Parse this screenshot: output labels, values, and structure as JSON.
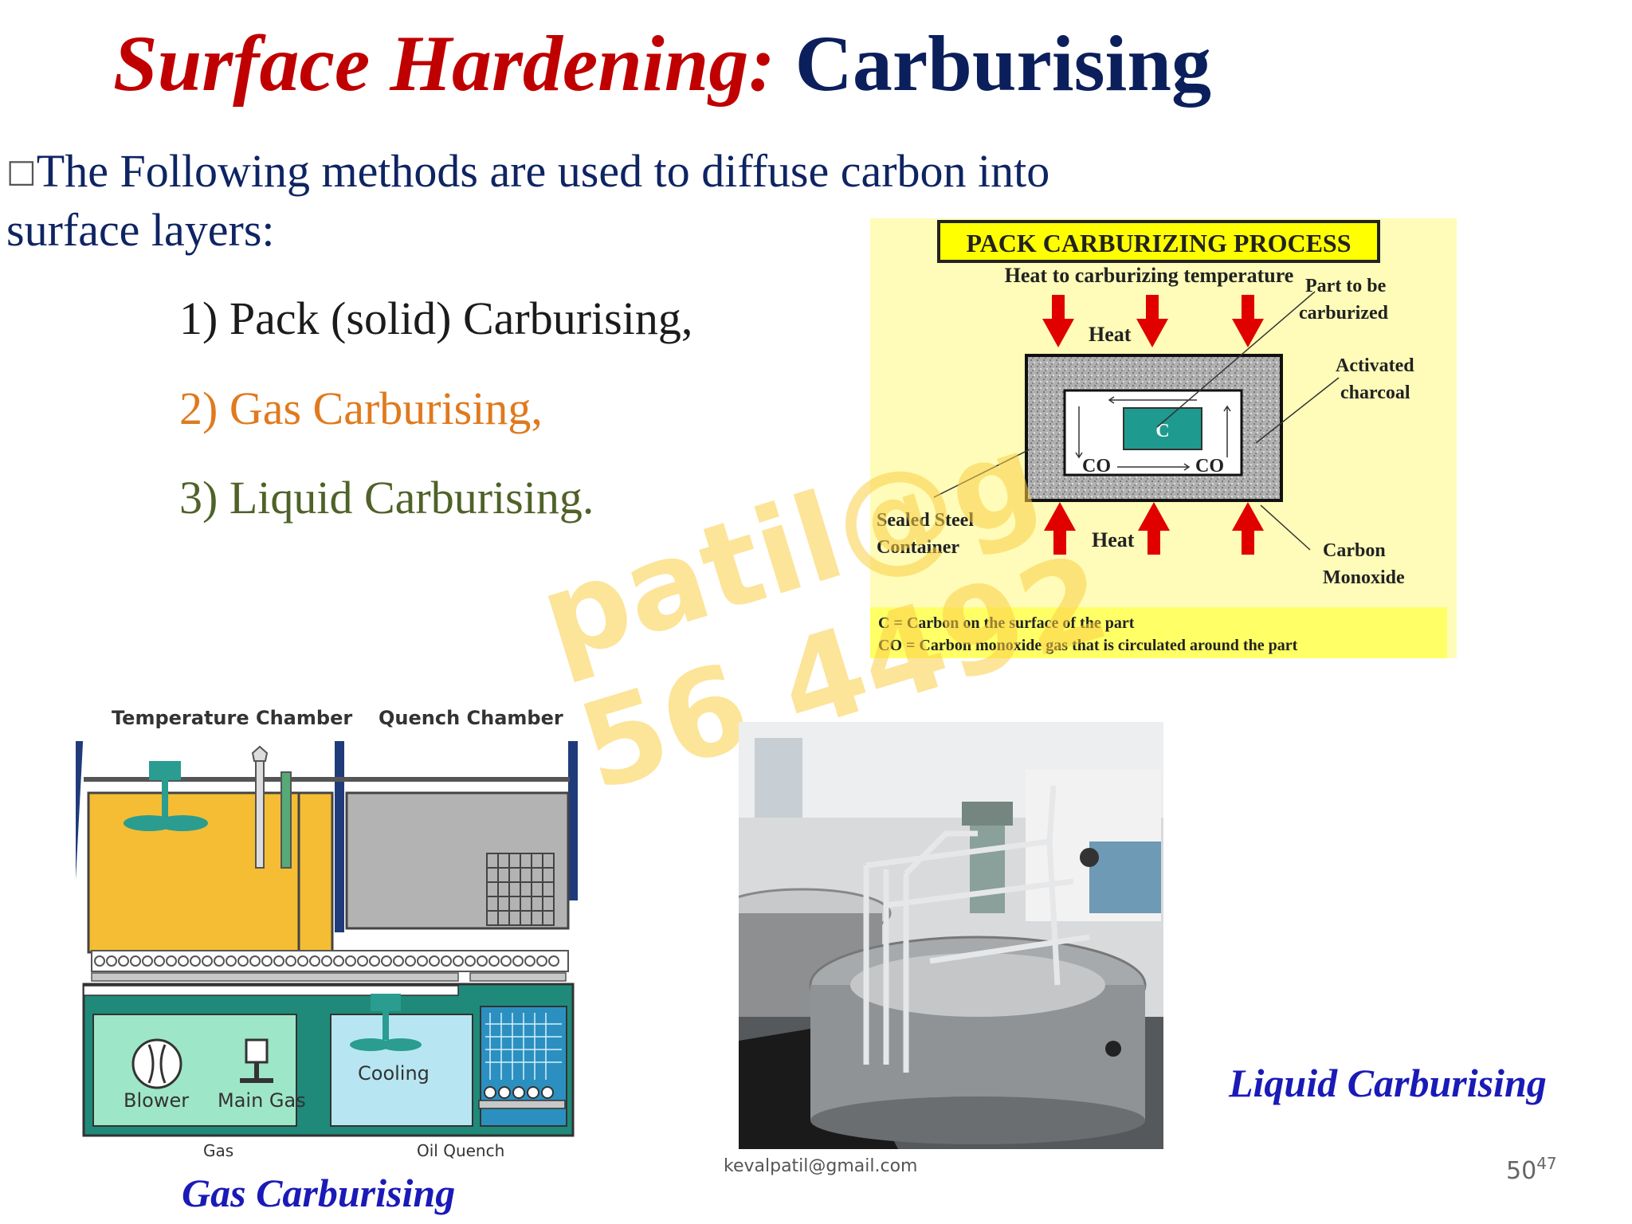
{
  "title": {
    "part1": "Surface Hardening:",
    "part2": " Carburising"
  },
  "intro": {
    "bullet": "□",
    "text": "The Following methods are used to diffuse carbon into surface layers:"
  },
  "methods": [
    "1) Pack (solid) Carburising,",
    "2) Gas Carburising,",
    "3) Liquid Carburising."
  ],
  "pack_diagram": {
    "heading": "PACK  CARBURIZING  PROCESS",
    "heat_to_temp": "Heat to carburizing temperature",
    "heat_top": "Heat",
    "heat_bottom": "Heat",
    "part_label_1": "Part to be",
    "part_label_2": "carburized",
    "charcoal_1": "Activated",
    "charcoal_2": "charcoal",
    "container_1": "Sealed Steel",
    "container_2": "Container",
    "co_label_1": "Carbon",
    "co_label_2": "Monoxide",
    "c_symbol": "C",
    "co_left": "CO",
    "co_right": "CO",
    "legend_c": "C = Carbon on the surface of the part",
    "legend_co": "CO = Carbon monoxide gas that is circulated  around the part"
  },
  "gas_diagram": {
    "temperature_chamber": "Temperature Chamber",
    "quench_chamber": "Quench Chamber",
    "blower": "Blower",
    "main_gas": "Main Gas",
    "cooling": "Cooling",
    "gas": "Gas",
    "oil_quench": "Oil Quench"
  },
  "captions": {
    "gas": "Gas Carburising",
    "liquid": "Liquid Carburising"
  },
  "footer": {
    "email": "kevalpatil@gmail.com",
    "slide_number": "50",
    "page_number": "47"
  },
  "watermark": {
    "line1": "patil@g",
    "line2": "56  4492"
  },
  "colors": {
    "title_red": "#c00000",
    "title_navy": "#0b1f5c",
    "method_orange": "#e07a1e",
    "method_olive": "#4f6228",
    "caption_blue": "#1a1ab8"
  }
}
